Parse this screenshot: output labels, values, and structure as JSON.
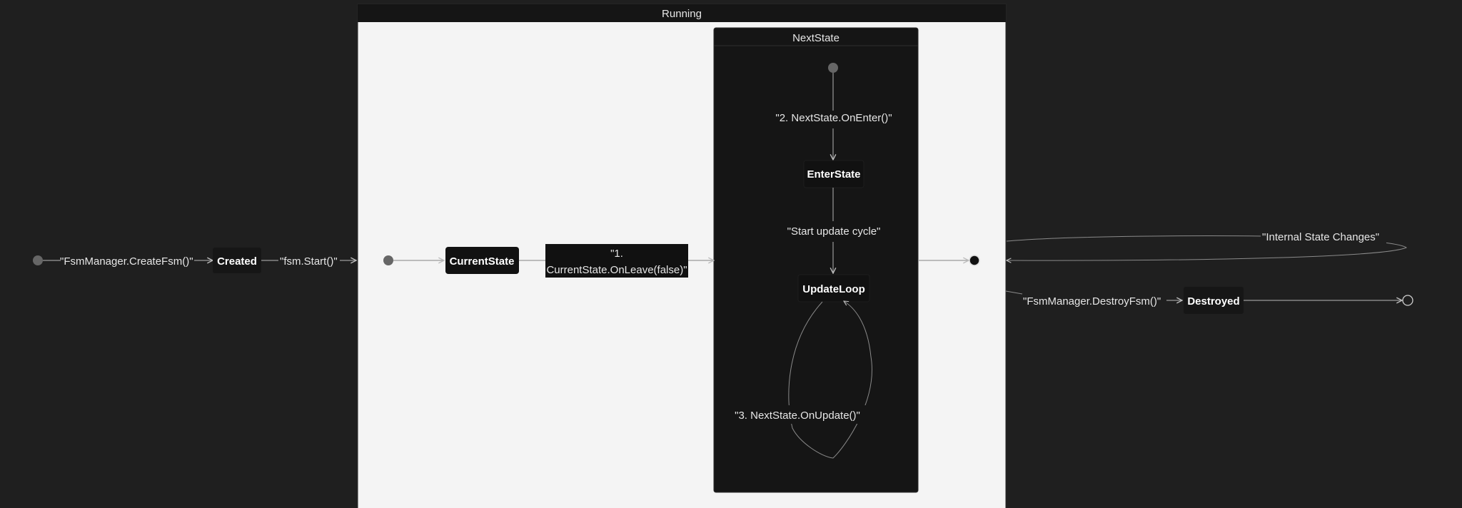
{
  "diagram": {
    "states": {
      "running": "Running",
      "next_state": "NextState",
      "created": "Created",
      "current_state": "CurrentState",
      "enter_state": "EnterState",
      "update_loop": "UpdateLoop",
      "destroyed": "Destroyed"
    },
    "transitions": {
      "create_fsm": "\"FsmManager.CreateFsm()\"",
      "fsm_start": "\"fsm.Start()\"",
      "on_leave_line1": "\"1.",
      "on_leave_line2": "CurrentState.OnLeave(false)\"",
      "on_enter": "\"2. NextState.OnEnter()\"",
      "start_update": "\"Start update cycle\"",
      "on_update": "\"3. NextState.OnUpdate()\"",
      "internal_changes": "\"Internal State Changes\"",
      "destroy_fsm": "\"FsmManager.DestroyFsm()\""
    },
    "colors": {
      "background": "#1f1f1f",
      "composite_fill": "#f4f4f4",
      "node_fill": "#111111",
      "edge": "#9a9a9a"
    }
  }
}
